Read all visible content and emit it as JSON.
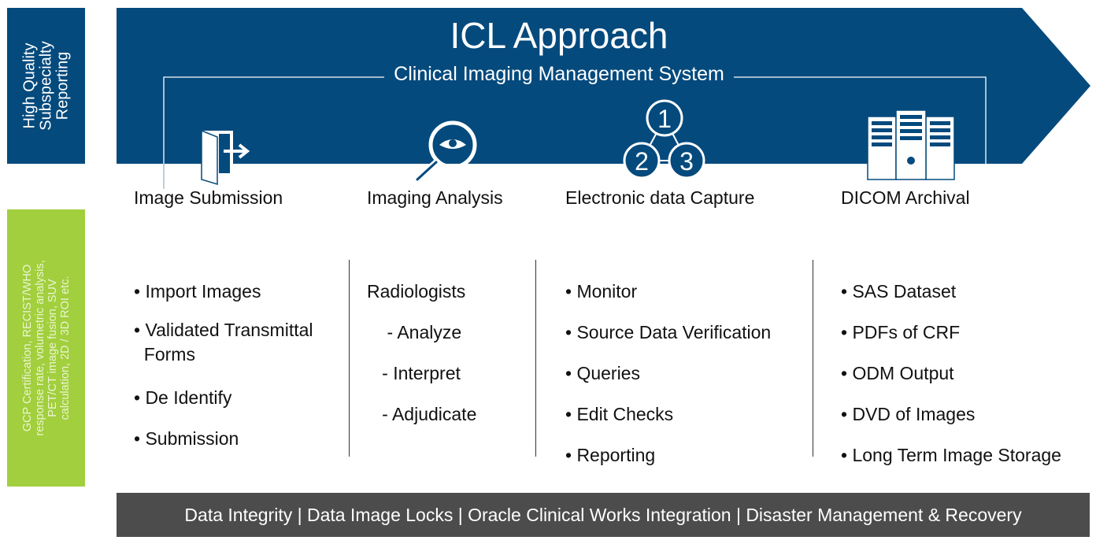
{
  "side_labels": {
    "quality": "High Quality\nSubspecialty\nReporting",
    "certification": "GCP Certification, RECIST/WHO\nresponse rate, volumetric analysis,\nPET/CT image fusion, SUV\ncalculation, 2D / 3D ROI etc."
  },
  "banner": {
    "title": "ICL Approach",
    "subtitle": "Clinical Imaging Management System"
  },
  "columns": [
    {
      "title": "Image Submission",
      "icon": "door-exit-icon",
      "items": [
        "• Import Images",
        "• Validated Transmittal\n  Forms",
        "• De Identify",
        "• Submission"
      ]
    },
    {
      "title": "Imaging Analysis",
      "icon": "magnifier-eye-icon",
      "items": [
        "Radiologists",
        "    - Analyze",
        "   - Interpret",
        "   - Adjudicate"
      ]
    },
    {
      "title": "Electronic data Capture",
      "icon": "numbered-circles-icon",
      "icon_numbers": [
        "1",
        "2",
        "3"
      ],
      "items": [
        "• Monitor",
        "• Source Data Verification",
        "• Queries",
        "• Edit Checks",
        "• Reporting"
      ]
    },
    {
      "title": "DICOM Archival",
      "icon": "server-rack-icon",
      "items": [
        "• SAS Dataset",
        "• PDFs of CRF",
        "• ODM Output",
        "• DVD of Images",
        "• Long Term Image Storage"
      ]
    }
  ],
  "footer": "Data Integrity | Data Image Locks | Oracle Clinical Works Integration | Disaster Management & Recovery",
  "colors": {
    "navy": "#044a7d",
    "green": "#a2cf3e",
    "footer_gray": "#4c4c4c"
  }
}
